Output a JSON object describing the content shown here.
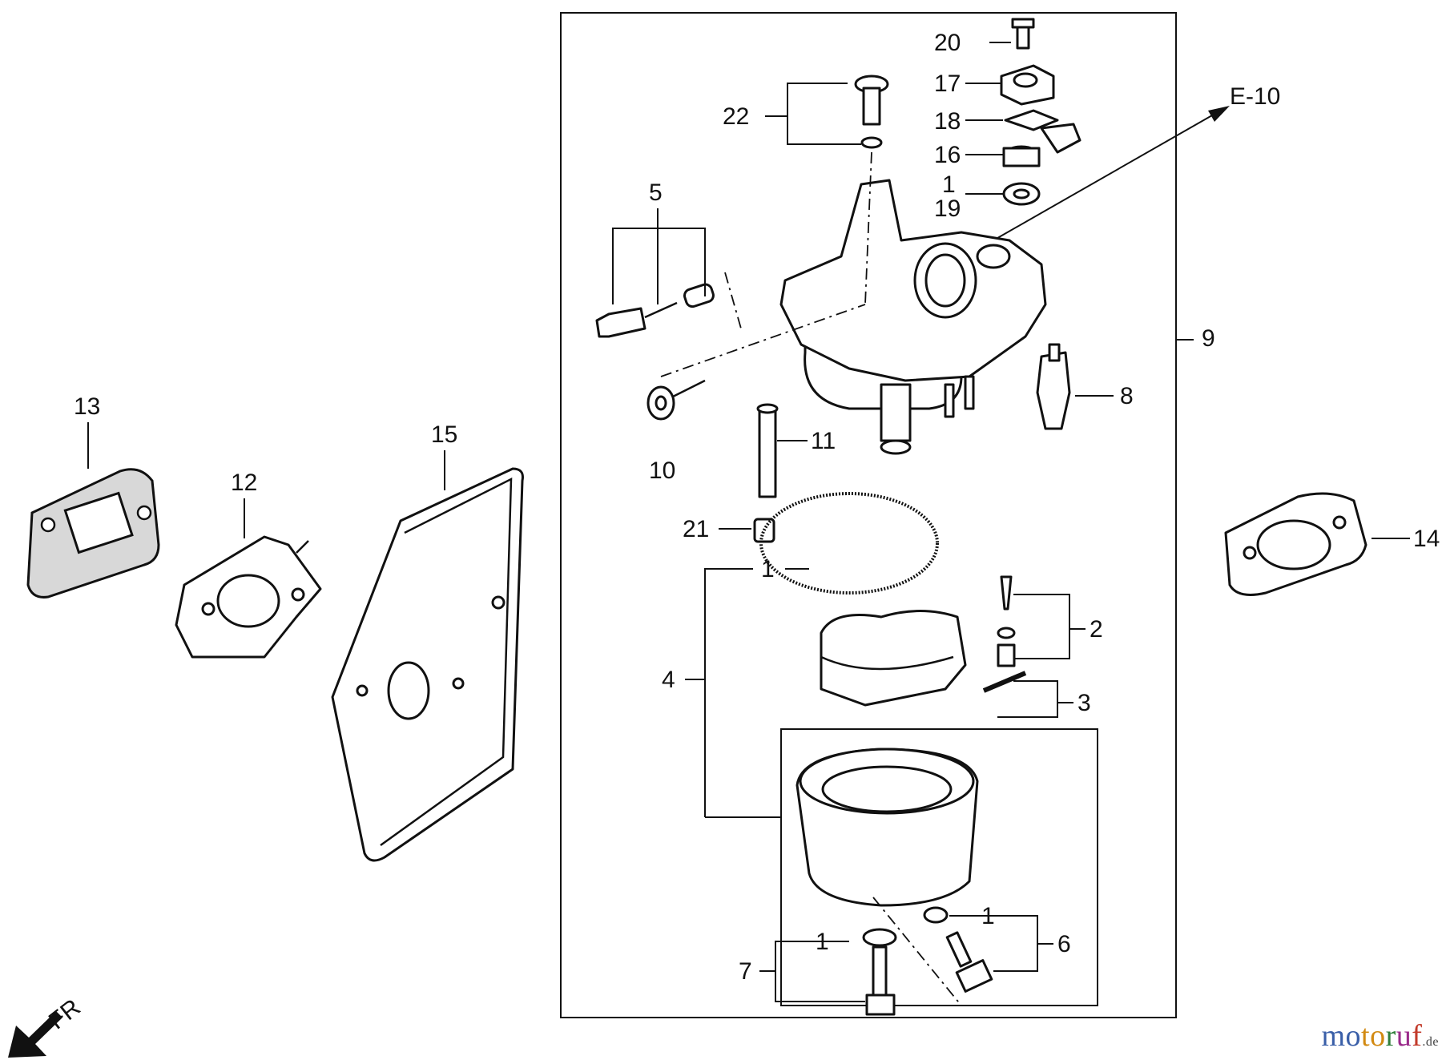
{
  "diagram": {
    "reference": "E-10",
    "direction_label": "FR",
    "callouts": {
      "c1_top": "1",
      "c19": "19",
      "c20": "20",
      "c17": "17",
      "c18": "18",
      "c16": "16",
      "c22": "22",
      "c5": "5",
      "c9": "9",
      "c8": "8",
      "c11": "11",
      "c10": "10",
      "c21": "21",
      "c1_gasket": "1",
      "c2": "2",
      "c4": "4",
      "c3": "3",
      "c1_bolt7": "1",
      "c7": "7",
      "c1_bolt6": "1",
      "c6": "6",
      "c13": "13",
      "c12": "12",
      "c15": "15",
      "c14": "14"
    }
  },
  "brand": {
    "parts": [
      "mo",
      "to",
      "r",
      "u",
      "f"
    ],
    "tld": ".de"
  }
}
